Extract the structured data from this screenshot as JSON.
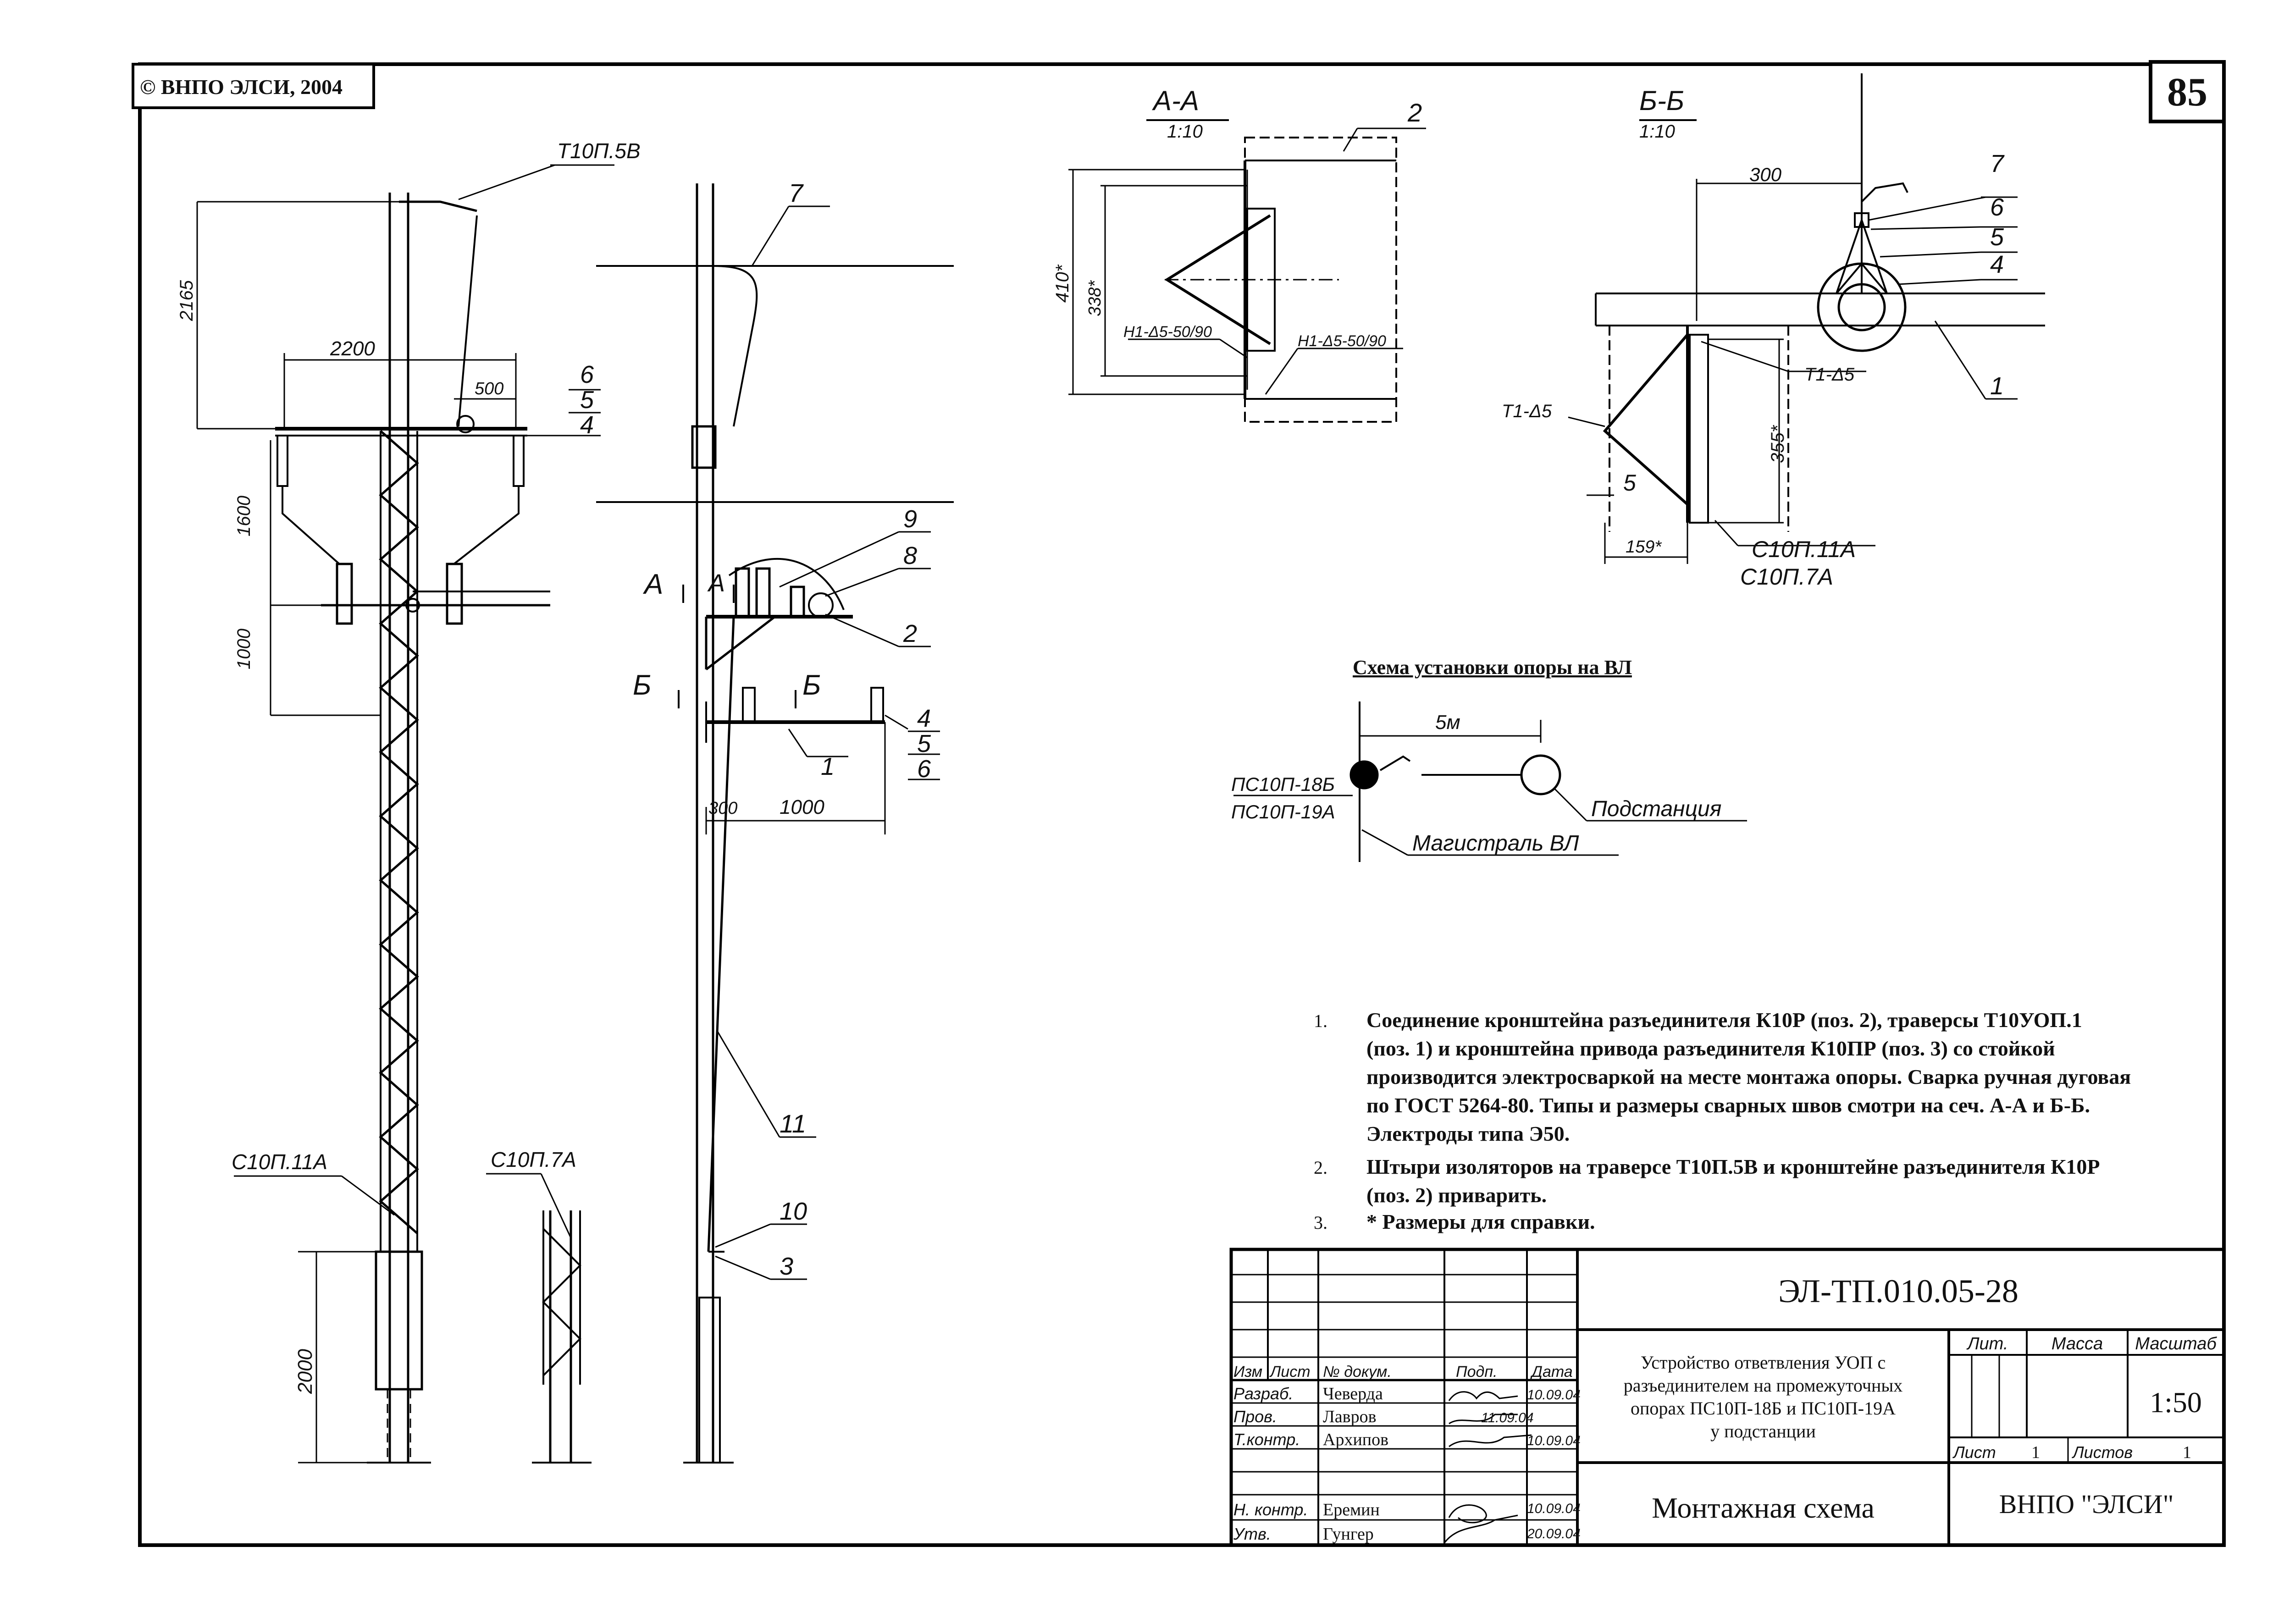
{
  "copyright": "© ВНПО ЭЛСИ, 2004",
  "page_number": "85",
  "left_view": {
    "traverse_label": "Т10П.5В",
    "dim_height_top": "2165",
    "dim_width_top": "2200",
    "dim_500": "500",
    "dim_1600": "1600",
    "dim_1000": "1000",
    "dim_2000": "2000",
    "pos_6": "6",
    "pos_5": "5",
    "pos_4": "4",
    "pole_label_main": "С10П.11А",
    "pole_label_small": "С10П.7А"
  },
  "side_view": {
    "pos_7": "7",
    "pos_9": "9",
    "pos_8": "8",
    "pos_2": "2",
    "pos_4": "4",
    "pos_5": "5",
    "pos_6": "6",
    "pos_1": "1",
    "pos_11": "11",
    "pos_10": "10",
    "pos_3": "3",
    "section_a": "А",
    "section_b": "Б",
    "dim_300": "300",
    "dim_1000": "1000"
  },
  "section_aa": {
    "title": "А-А",
    "scale": "1:10",
    "pos_2": "2",
    "dim_410": "410*",
    "dim_338": "338*",
    "weld_left": "Н1-Δ5-50/90",
    "weld_right": "Н1-Δ5-50/90"
  },
  "section_bb": {
    "title": "Б-Б",
    "scale": "1:10",
    "pos_7": "7",
    "pos_6": "6",
    "pos_5": "5",
    "pos_4": "4",
    "pos_1": "1",
    "dim_300": "300",
    "dim_355": "355*",
    "dim_159": "159*",
    "dim_5": "5",
    "weld_t1_left": "Т1-Δ5",
    "weld_t1_right": "Т1-Δ5",
    "label_11a": "С10П.11А",
    "label_7a": "С10П.7А"
  },
  "scheme": {
    "title": "Схема установки опоры на ВЛ",
    "dim": "5м",
    "support_1": "ПС10П-18Б",
    "support_2": "ПС10П-19А",
    "substation": "Подстанция",
    "mainline": "Магистраль ВЛ"
  },
  "notes": [
    {
      "num": "1.",
      "lines": [
        "Соединение кронштейна разъединителя  К10Р (поз. 2), траверсы Т10УОП.1",
        "(поз. 1) и кронштейна привода разъединителя  К10ПР (поз. 3)  со стойкой",
        "производится  электросваркой на месте монтажа опоры.  Сварка ручная дуговая",
        "по ГОСТ 5264-80. Типы и размеры сварных швов смотри на сеч. А-А и Б-Б.",
        "Электроды типа Э50."
      ]
    },
    {
      "num": "2.",
      "lines": [
        "Штыри изоляторов на траверсе Т10П.5В и кронштейне разъединителя  К10Р",
        "(поз. 2) приварить."
      ]
    },
    {
      "num": "3.",
      "lines": [
        "* Размеры для справки."
      ]
    }
  ],
  "title_block": {
    "doc_code": "ЭЛ-ТП.010.05-28",
    "description": [
      "Устройство ответвления УОП с",
      "разъединителем на промежуточных",
      "опорах ПС10П-18Б и ПС10П-19А",
      "у подстанции"
    ],
    "drawing_name": "Монтажная схема",
    "organization": "ВНПО \"ЭЛСИ\"",
    "lit_label": "Лит.",
    "mass_label": "Масса",
    "scale_label": "Масштаб",
    "scale_value": "1:50",
    "sheet_label": "Лист",
    "sheet_value": "1",
    "sheets_label": "Листов",
    "sheets_value": "1",
    "headers": {
      "izm": "Изм",
      "list": "Лист",
      "doc": "№ докум.",
      "sign": "Подп.",
      "date": "Дата"
    },
    "roles": [
      {
        "role": "Разраб.",
        "name": "Чеверда",
        "date": "10.09.04"
      },
      {
        "role": "Пров.",
        "name": "Лавров",
        "date": "11.09.04"
      },
      {
        "role": "Т.контр.",
        "name": "Архипов",
        "date": "10.09.04"
      },
      {
        "role": "Н. контр.",
        "name": "Еремин",
        "date": "10.09.04"
      },
      {
        "role": "Утв.",
        "name": "Гунгер",
        "date": "20.09.04"
      }
    ]
  }
}
